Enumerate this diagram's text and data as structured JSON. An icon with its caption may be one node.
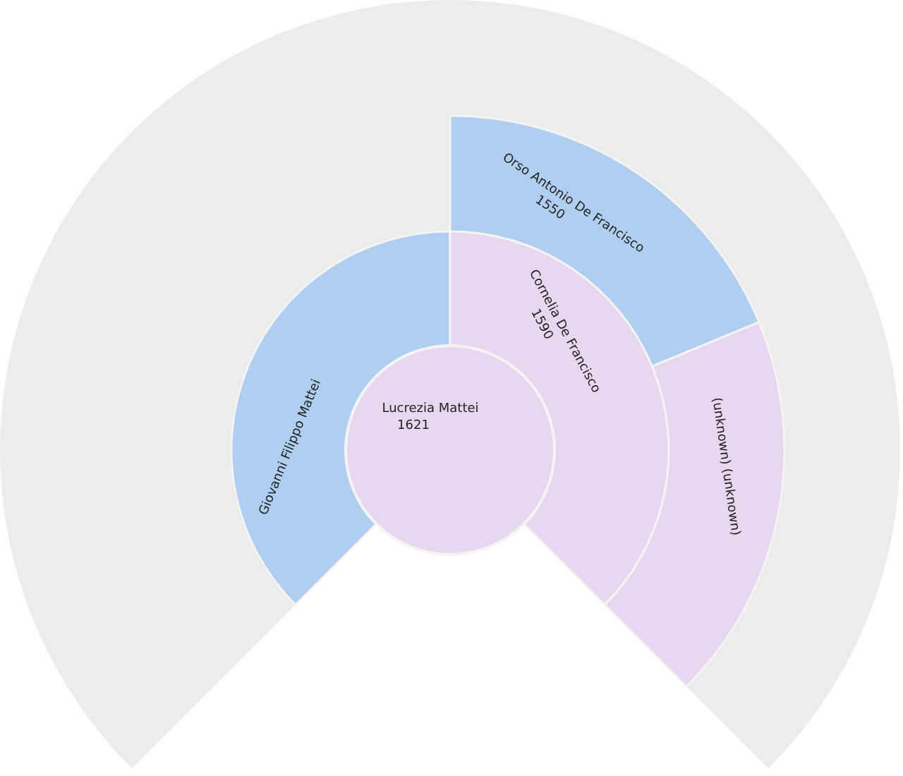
{
  "diagram": {
    "nodes": [
      {
        "text": [
          "Lucrezia Mattei",
          "1621"
        ]
      },
      {
        "text": [
          "Giovanni Filippo Mattei"
        ]
      },
      {
        "text": [
          "Cornelia De Francisco",
          "1590"
        ]
      },
      {
        "text": [
          "Orso Antonio De Francisco",
          "1550"
        ]
      },
      {
        "text": [
          "(unknown) (unknown)"
        ]
      }
    ]
  }
}
